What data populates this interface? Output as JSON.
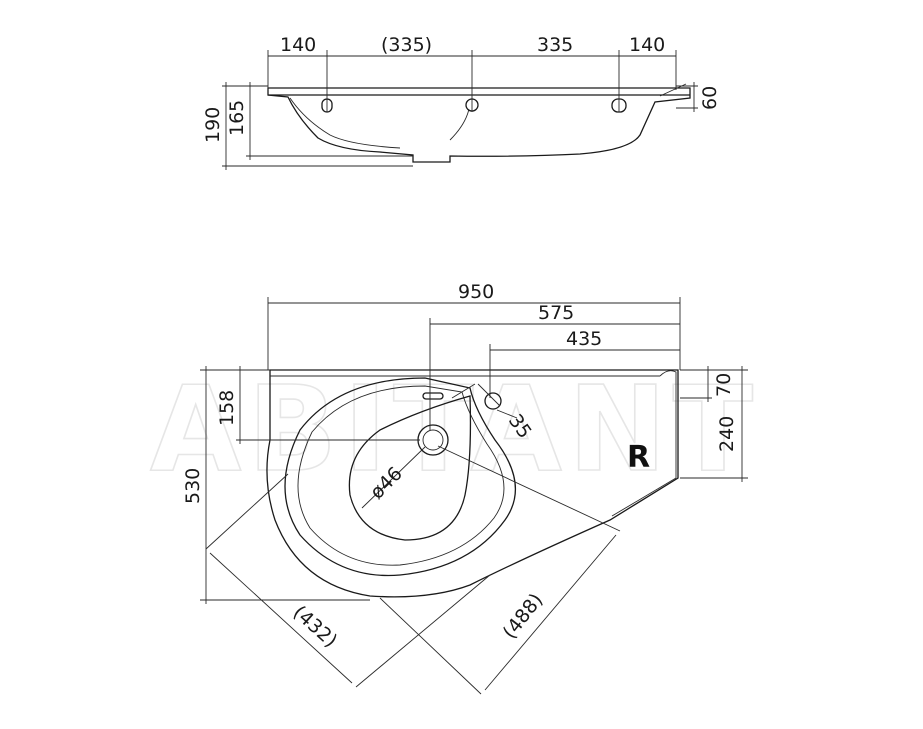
{
  "watermark": "ABITANT",
  "side_view": {
    "dim_140_left": "140",
    "dim_335_paren": "(335)",
    "dim_335": "335",
    "dim_140_right": "140",
    "dim_60": "60",
    "dim_190": "190",
    "dim_165": "165"
  },
  "top_view": {
    "dim_950": "950",
    "dim_575": "575",
    "dim_435": "435",
    "dim_70": "70",
    "dim_240": "240",
    "dim_158": "158",
    "dim_530": "530",
    "dim_35": "35",
    "dim_diam46": "ø46",
    "dim_432": "(432)",
    "dim_488": "(488)",
    "hand_marker": "R"
  },
  "colors": {
    "line": "#1a1a1a",
    "watermark": "#e6e6e6"
  }
}
